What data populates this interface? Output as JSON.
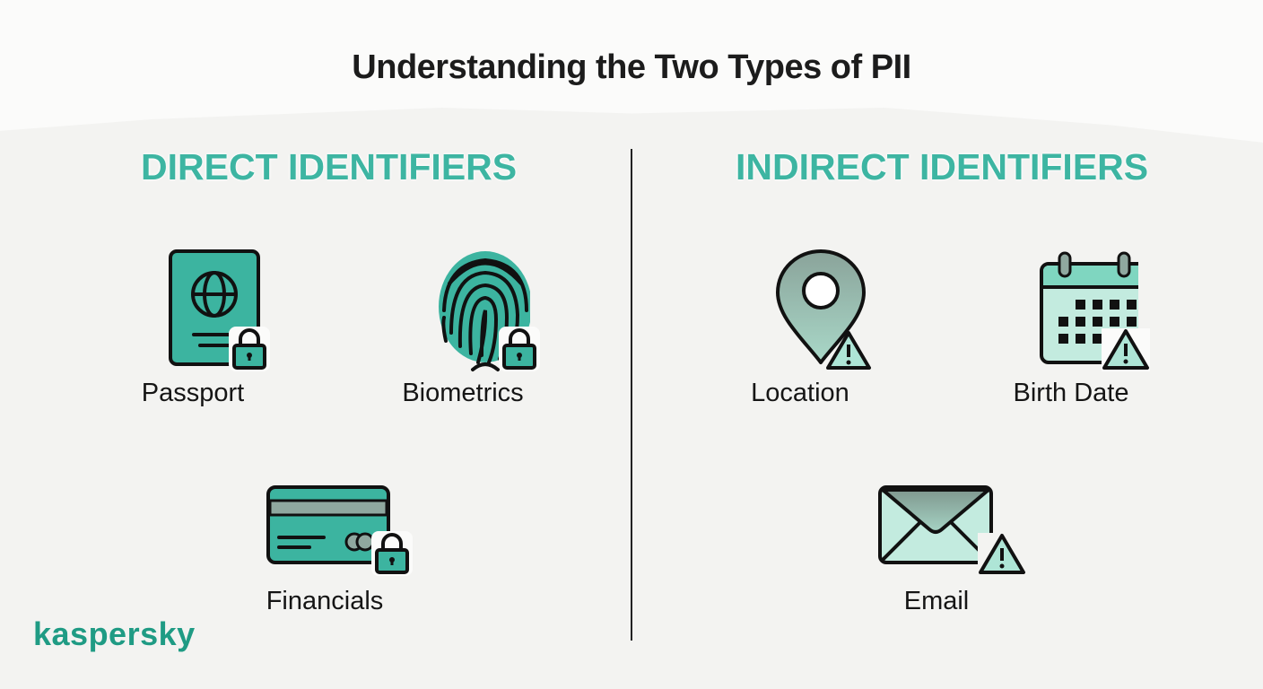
{
  "title": "Understanding the Two Types of PII",
  "sections": {
    "direct": {
      "heading": "DIRECT IDENTIFIERS",
      "badge_icon": "lock-icon",
      "items": [
        {
          "label": "Passport",
          "icon": "passport-icon"
        },
        {
          "label": "Biometrics",
          "icon": "fingerprint-icon"
        },
        {
          "label": "Financials",
          "icon": "credit-card-icon"
        }
      ]
    },
    "indirect": {
      "heading": "INDIRECT IDENTIFIERS",
      "badge_icon": "warning-icon",
      "items": [
        {
          "label": "Location",
          "icon": "location-pin-icon"
        },
        {
          "label": "Birth Date",
          "icon": "calendar-icon"
        },
        {
          "label": "Email",
          "icon": "envelope-icon"
        }
      ]
    }
  },
  "brand": "kaspersky",
  "colors": {
    "accent": "#3db5a2",
    "icon_fill_direct": "#3cb4a0",
    "icon_fill_indirect": "#aee5d6",
    "brand": "#1f9b84",
    "text": "#1c1c1c"
  }
}
